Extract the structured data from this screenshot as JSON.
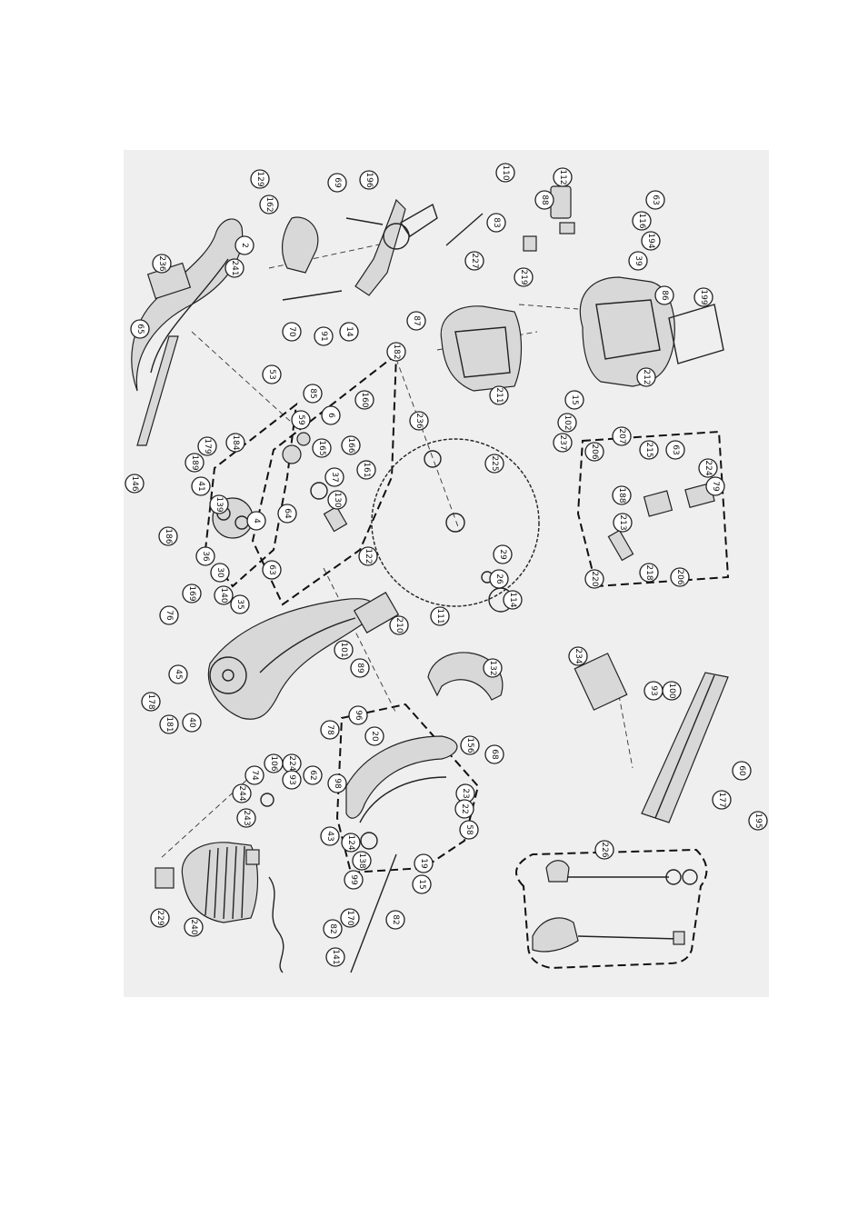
{
  "diagram": {
    "callouts": [
      {
        "label": "129"
      },
      {
        "label": "69"
      },
      {
        "label": "196"
      },
      {
        "label": "110"
      },
      {
        "label": "112"
      },
      {
        "label": "162"
      },
      {
        "label": "88"
      },
      {
        "label": "83"
      },
      {
        "label": "63"
      },
      {
        "label": "116"
      },
      {
        "label": "2"
      },
      {
        "label": "227"
      },
      {
        "label": "194"
      },
      {
        "label": "236"
      },
      {
        "label": "241"
      },
      {
        "label": "219"
      },
      {
        "label": "39"
      },
      {
        "label": "86"
      },
      {
        "label": "70"
      },
      {
        "label": "91"
      },
      {
        "label": "14"
      },
      {
        "label": "65"
      },
      {
        "label": "87"
      },
      {
        "label": "199"
      },
      {
        "label": "212"
      },
      {
        "label": "182"
      },
      {
        "label": "53"
      },
      {
        "label": "85"
      },
      {
        "label": "6"
      },
      {
        "label": "160"
      },
      {
        "label": "211"
      },
      {
        "label": "15"
      },
      {
        "label": "236"
      },
      {
        "label": "102"
      },
      {
        "label": "237"
      },
      {
        "label": "59"
      },
      {
        "label": "165"
      },
      {
        "label": "166"
      },
      {
        "label": "189"
      },
      {
        "label": "179"
      },
      {
        "label": "184"
      },
      {
        "label": "206"
      },
      {
        "label": "207"
      },
      {
        "label": "215"
      },
      {
        "label": "63"
      },
      {
        "label": "37"
      },
      {
        "label": "225"
      },
      {
        "label": "146"
      },
      {
        "label": "161"
      },
      {
        "label": "41"
      },
      {
        "label": "139"
      },
      {
        "label": "130"
      },
      {
        "label": "186"
      },
      {
        "label": "224"
      },
      {
        "label": "79"
      },
      {
        "label": "213"
      },
      {
        "label": "188"
      },
      {
        "label": "64"
      },
      {
        "label": "4"
      },
      {
        "label": "36"
      },
      {
        "label": "122"
      },
      {
        "label": "30"
      },
      {
        "label": "29"
      },
      {
        "label": "218"
      },
      {
        "label": "220"
      },
      {
        "label": "206"
      },
      {
        "label": "140"
      },
      {
        "label": "63"
      },
      {
        "label": "26"
      },
      {
        "label": "169"
      },
      {
        "label": "35"
      },
      {
        "label": "76"
      },
      {
        "label": "114"
      },
      {
        "label": "210"
      },
      {
        "label": "111"
      },
      {
        "label": "45"
      },
      {
        "label": "101"
      },
      {
        "label": "234"
      },
      {
        "label": "132"
      },
      {
        "label": "89"
      },
      {
        "label": "93"
      },
      {
        "label": "100"
      },
      {
        "label": "178"
      },
      {
        "label": "181"
      },
      {
        "label": "40"
      },
      {
        "label": "78"
      },
      {
        "label": "96"
      },
      {
        "label": "20"
      },
      {
        "label": "68"
      },
      {
        "label": "74"
      },
      {
        "label": "106"
      },
      {
        "label": "224"
      },
      {
        "label": "93"
      },
      {
        "label": "62"
      },
      {
        "label": "98"
      },
      {
        "label": "156"
      },
      {
        "label": "60"
      },
      {
        "label": "244"
      },
      {
        "label": "23"
      },
      {
        "label": "177"
      },
      {
        "label": "22"
      },
      {
        "label": "58"
      },
      {
        "label": "195"
      },
      {
        "label": "243"
      },
      {
        "label": "43"
      },
      {
        "label": "124"
      },
      {
        "label": "138"
      },
      {
        "label": "226"
      },
      {
        "label": "99"
      },
      {
        "label": "19"
      },
      {
        "label": "15"
      },
      {
        "label": "229"
      },
      {
        "label": "240"
      },
      {
        "label": "170"
      },
      {
        "label": "82"
      },
      {
        "label": "82"
      },
      {
        "label": "141"
      }
    ]
  }
}
